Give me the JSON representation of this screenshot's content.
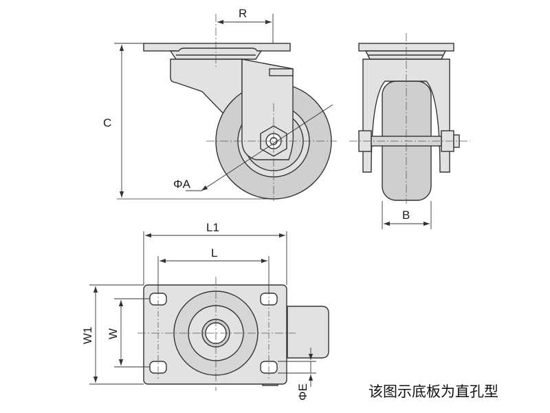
{
  "labels": {
    "R": "R",
    "C": "C",
    "phiA": "ΦA",
    "B": "B",
    "L1": "L1",
    "L": "L",
    "W1": "W1",
    "W": "W",
    "phiE": "ΦE"
  },
  "note": "该图示底板为直孔型",
  "colors": {
    "outline": "#333333",
    "part_fill": "#e2e2e2",
    "wheel_fill": "#cfcfcf",
    "centerline": "#555555",
    "dimension": "#333333",
    "text": "#111111"
  }
}
